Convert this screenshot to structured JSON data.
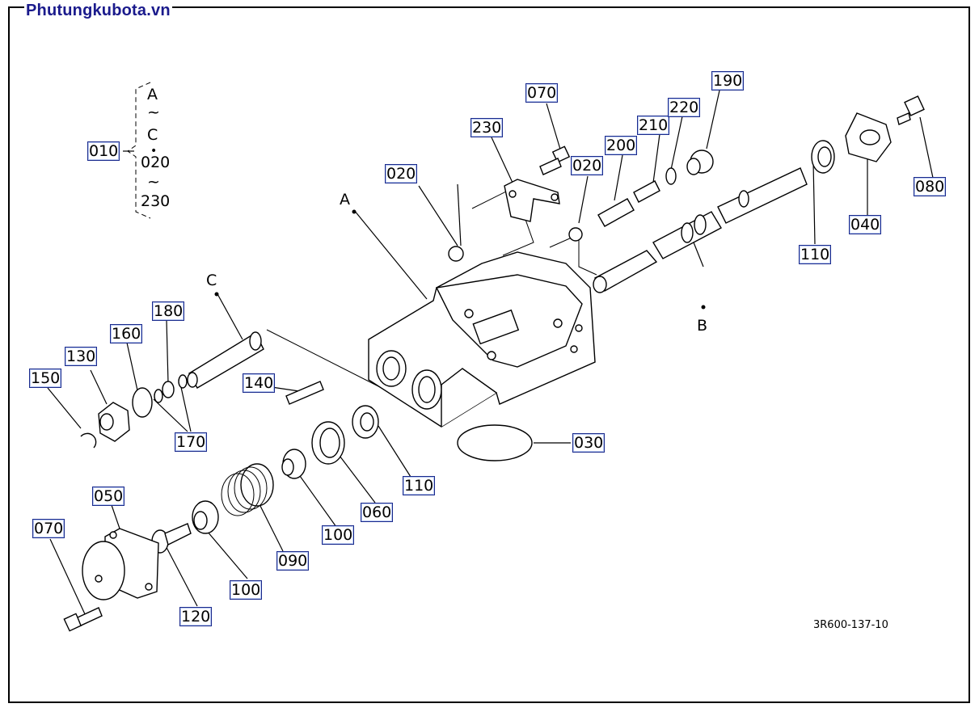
{
  "site": {
    "brand": "Phutungkubota.vn"
  },
  "drawing_code": "3R600-137-10",
  "group_bracket": {
    "lines": [
      "A",
      "~",
      "C",
      "•",
      "020",
      "~",
      "230"
    ]
  },
  "markers": {
    "a": "A",
    "b": "B",
    "c": "C"
  },
  "callouts": {
    "p010": "010",
    "p020a": "020",
    "p020b": "020",
    "p030": "030",
    "p040": "040",
    "p050": "050",
    "p060": "060",
    "p070a": "070",
    "p070b": "070",
    "p080": "080",
    "p090": "090",
    "p100a": "100",
    "p100b": "100",
    "p110a": "110",
    "p110b": "110",
    "p120": "120",
    "p130": "130",
    "p140": "140",
    "p150": "150",
    "p160": "160",
    "p170": "170",
    "p180": "180",
    "p190": "190",
    "p200": "200",
    "p210": "210",
    "p220": "220",
    "p230": "230"
  }
}
